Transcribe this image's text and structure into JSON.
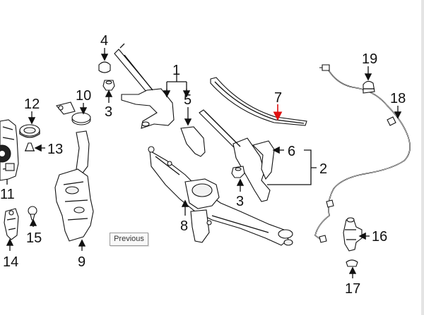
{
  "diagram": {
    "callouts": [
      "1",
      "2",
      "3",
      "3",
      "4",
      "5",
      "6",
      "7",
      "8",
      "9",
      "10",
      "11",
      "12",
      "13",
      "14",
      "15",
      "16",
      "17",
      "18",
      "19"
    ]
  },
  "nav": {
    "previous_label": "Previous"
  },
  "colors": {
    "callout_line": "#111111",
    "highlight_arrow": "#e01010"
  }
}
